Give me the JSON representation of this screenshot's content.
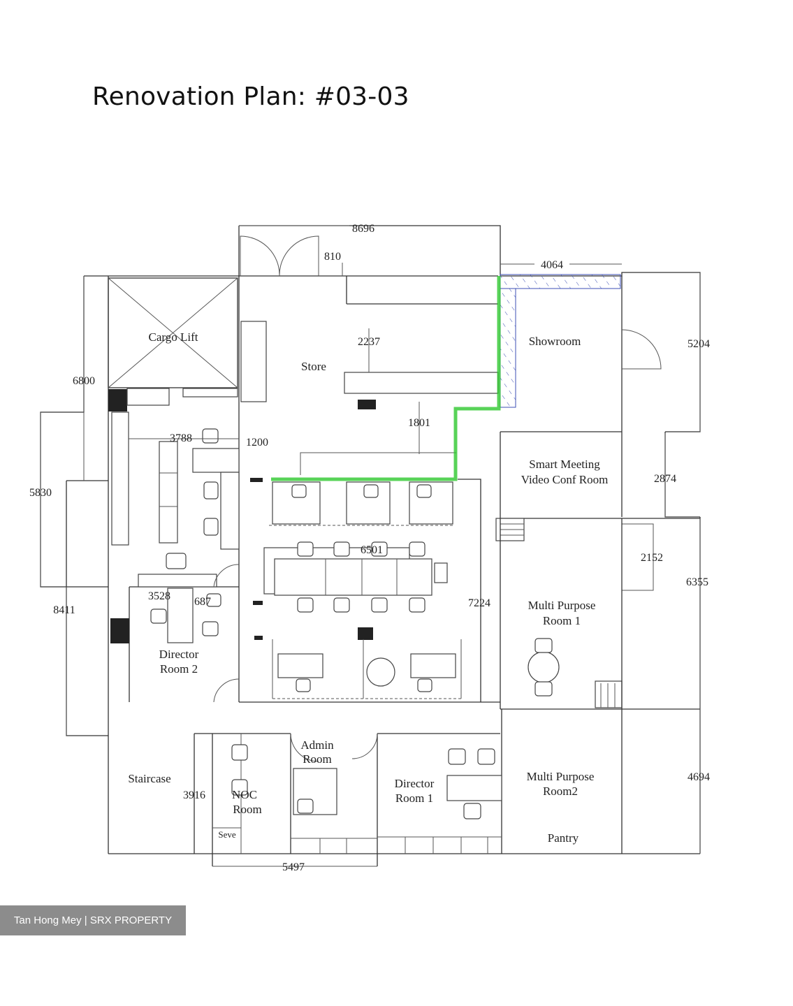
{
  "title": "Renovation Plan: #03-03",
  "colors": {
    "highlight_wall": "#2ec82e",
    "showroom_hatch": "#3c4fb4",
    "wall": "#333333"
  },
  "rooms": {
    "cargo_lift": "Cargo Lift",
    "store": "Store",
    "showroom": "Showroom",
    "smart_meeting_1": "Smart Meeting",
    "smart_meeting_2": "Video Conf Room",
    "multi_purpose_1a": "Multi Purpose",
    "multi_purpose_1b": "Room 1",
    "director_2a": "Director",
    "director_2b": "Room 2",
    "admin_a": "Admin",
    "admin_b": "Room",
    "director_1a": "Director",
    "director_1b": "Room 1",
    "multi_purpose_2a": "Multi Purpose",
    "multi_purpose_2b": "Room2",
    "pantry": "Pantry",
    "staircase": "Staircase",
    "noc_a": "NOC",
    "noc_b": "Room",
    "server": "Seve"
  },
  "dimensions": {
    "d8696": "8696",
    "d810": "810",
    "d4064": "4064",
    "d2237": "2237",
    "d5204": "5204",
    "d6800": "6800",
    "d1801": "1801",
    "d3788": "3788",
    "d1200": "1200",
    "d5830": "5830",
    "d2874": "2874",
    "d6501": "6501",
    "d2152": "2152",
    "d6355": "6355",
    "d3528": "3528",
    "d687": "687",
    "d8411": "8411",
    "d7224": "7224",
    "d3916": "3916",
    "d4694": "4694",
    "d5497": "5497"
  },
  "watermark": "Tan Hong Mey | SRX PROPERTY"
}
